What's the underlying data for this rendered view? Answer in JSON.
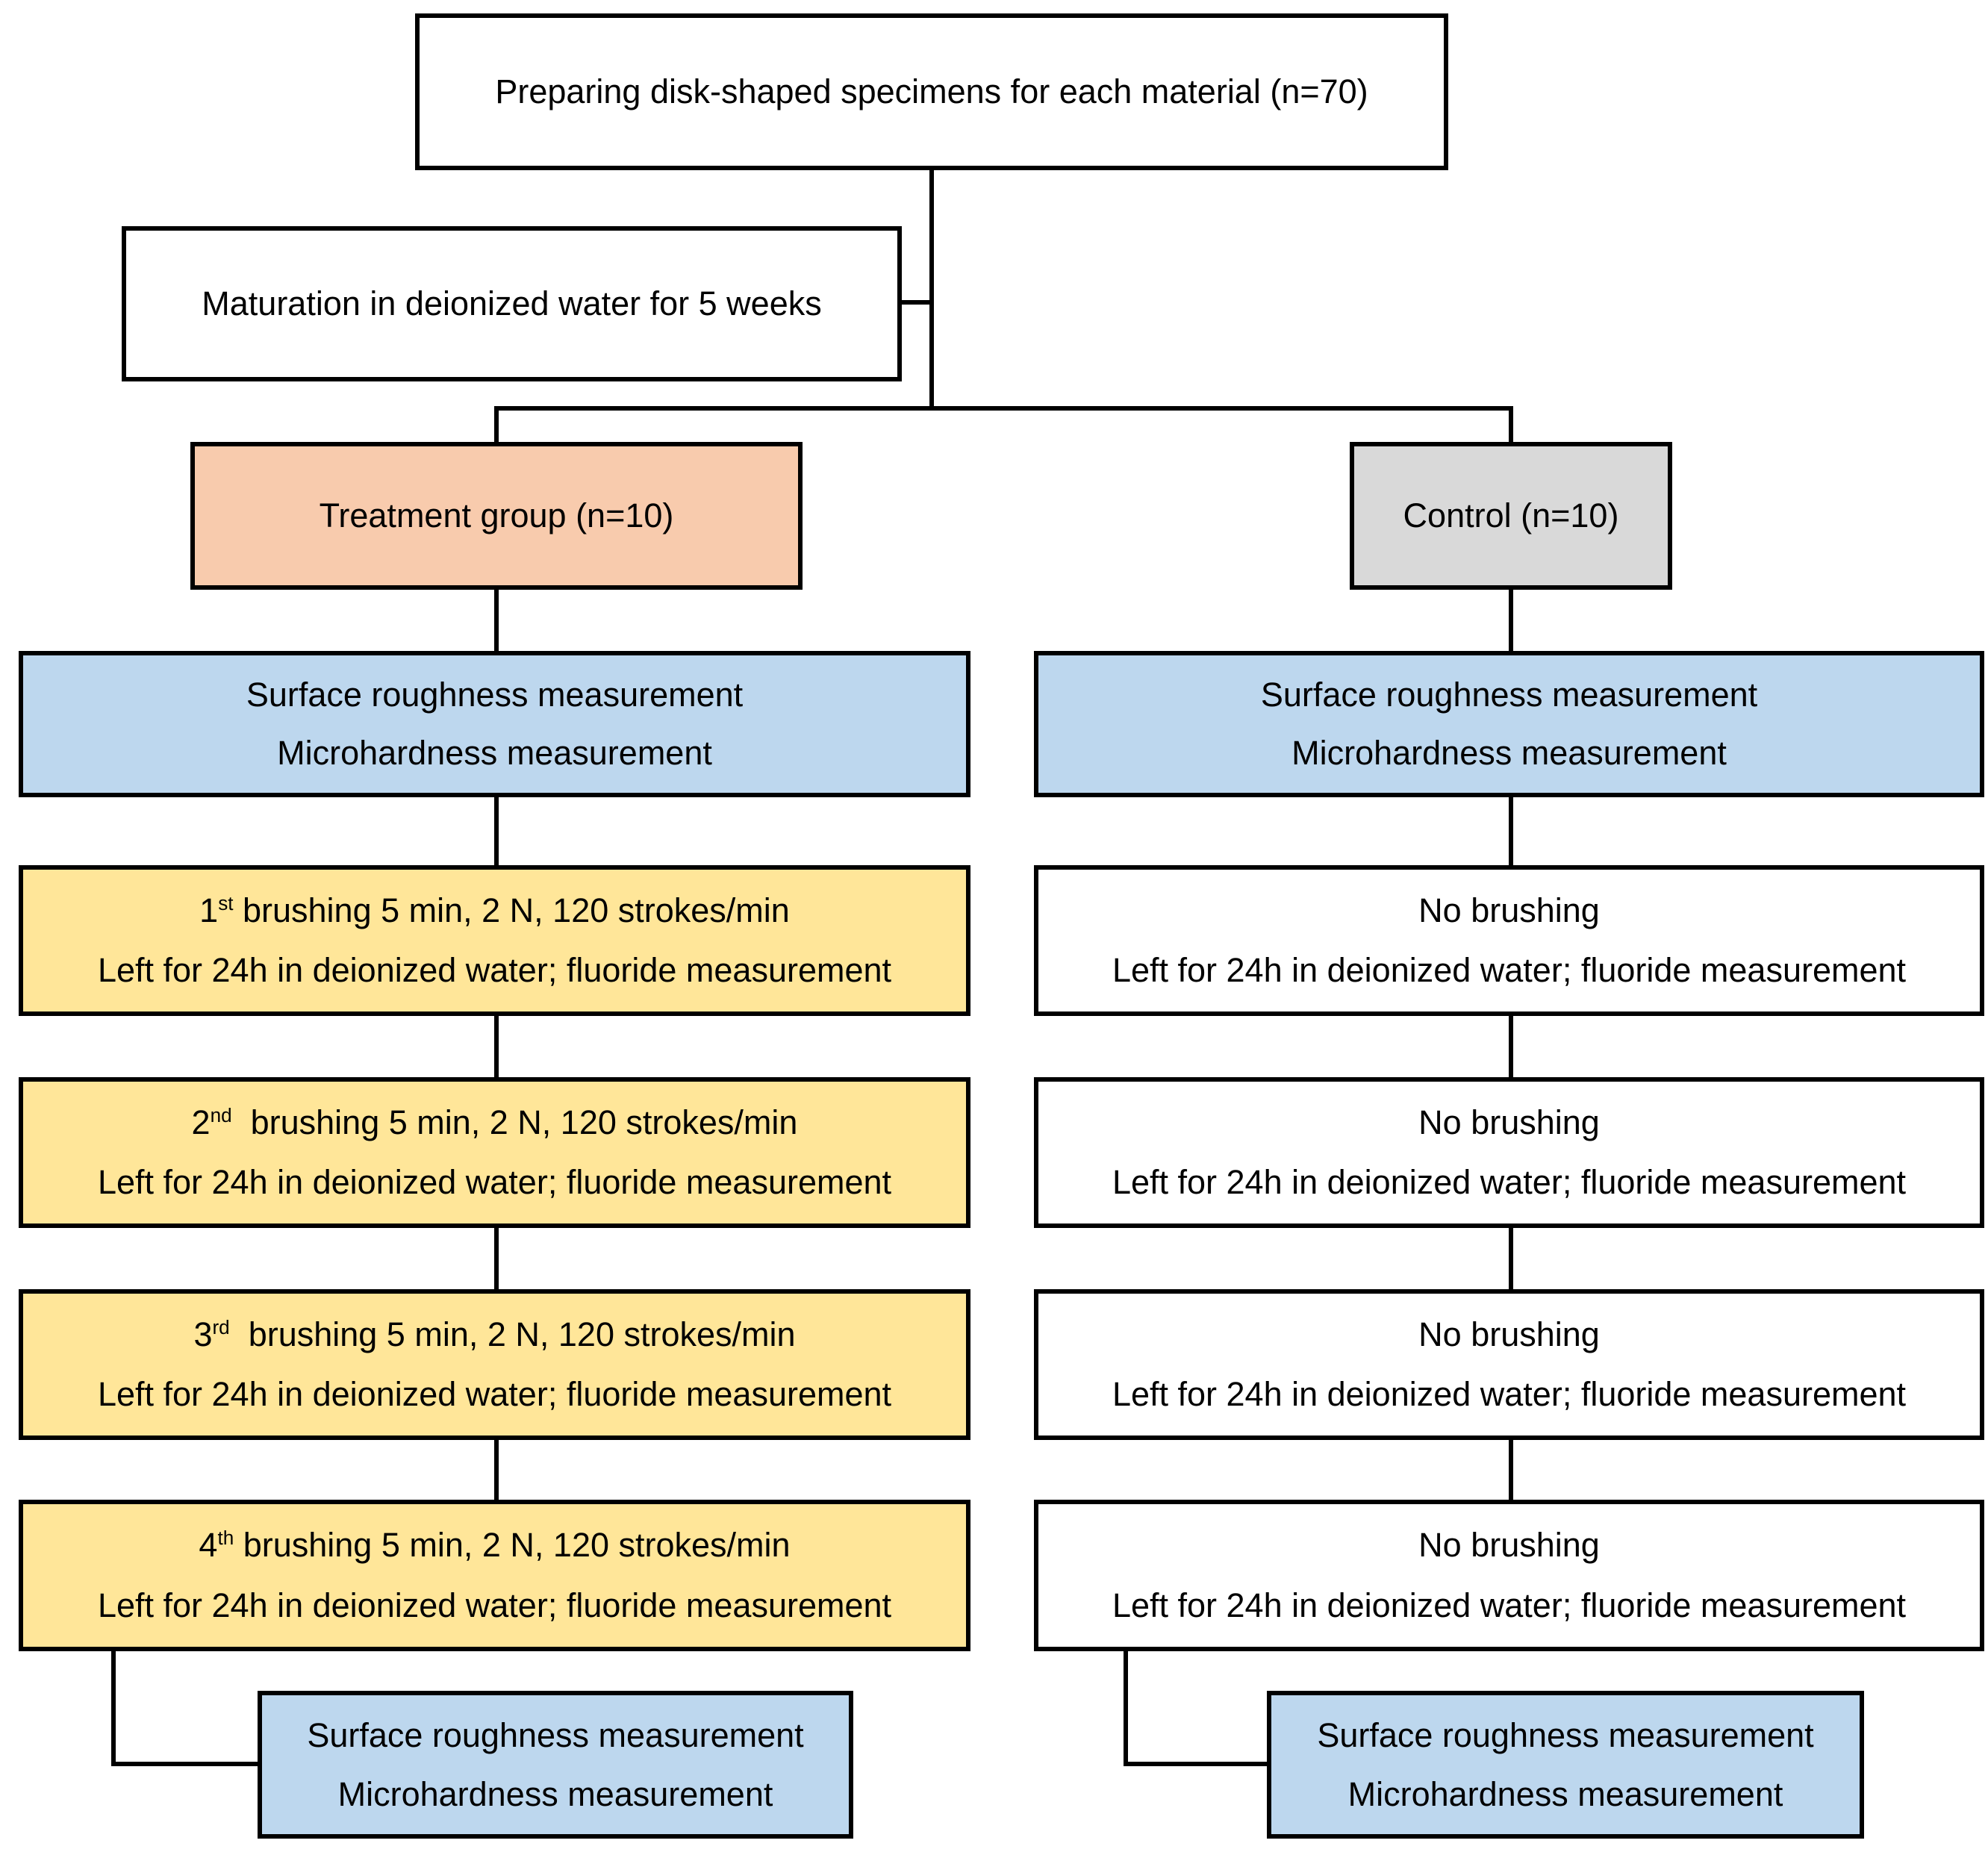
{
  "diagram": {
    "colors": {
      "treatment_fill": "#F8CBAD",
      "control_fill": "#D9D9D9",
      "measurement_fill": "#BDD7EE",
      "brushing_fill": "#FFE699",
      "plain_fill": "#FFFFFF",
      "line": "#000000"
    },
    "nodes": {
      "prepare": {
        "label": "Preparing disk-shaped specimens for each material (n=70)"
      },
      "maturation": {
        "label": "Maturation in deionized water for 5 weeks"
      },
      "treatment_group": {
        "label": "Treatment group (n=10)"
      },
      "control_group": {
        "label": "Control (n=10)"
      },
      "pre_measurement_treatment": {
        "line1": "Surface roughness measurement",
        "line2": "Microhardness measurement"
      },
      "pre_measurement_control": {
        "line1": "Surface roughness measurement",
        "line2": "Microhardness measurement"
      },
      "post_measurement_treatment": {
        "line1": "Surface roughness measurement",
        "line2": "Microhardness measurement"
      },
      "post_measurement_control": {
        "line1": "Surface roughness measurement",
        "line2": "Microhardness measurement"
      }
    },
    "treatment_steps": [
      {
        "ordinal": "1",
        "suffix": "st",
        "rest": " brushing 5 min, 2 N, 120 strokes/min",
        "line2": "Left for 24h in deionized water; fluoride measurement"
      },
      {
        "ordinal": "2",
        "suffix": "nd",
        "rest": "  brushing 5 min, 2 N, 120 strokes/min",
        "line2": "Left for 24h in deionized water; fluoride measurement"
      },
      {
        "ordinal": "3",
        "suffix": "rd",
        "rest": "  brushing 5 min, 2 N, 120 strokes/min",
        "line2": "Left for 24h in deionized water; fluoride measurement"
      },
      {
        "ordinal": "4",
        "suffix": "th",
        "rest": " brushing 5 min, 2 N, 120 strokes/min",
        "line2": "Left for 24h in deionized water; fluoride measurement"
      }
    ],
    "control_steps": [
      {
        "line1": "No brushing",
        "line2": "Left for 24h in deionized water; fluoride measurement"
      },
      {
        "line1": "No brushing",
        "line2": "Left for 24h in deionized water; fluoride measurement"
      },
      {
        "line1": "No brushing",
        "line2": "Left for 24h in deionized water; fluoride measurement"
      },
      {
        "line1": "No brushing",
        "line2": "Left for 24h in deionized water; fluoride measurement"
      }
    ]
  }
}
